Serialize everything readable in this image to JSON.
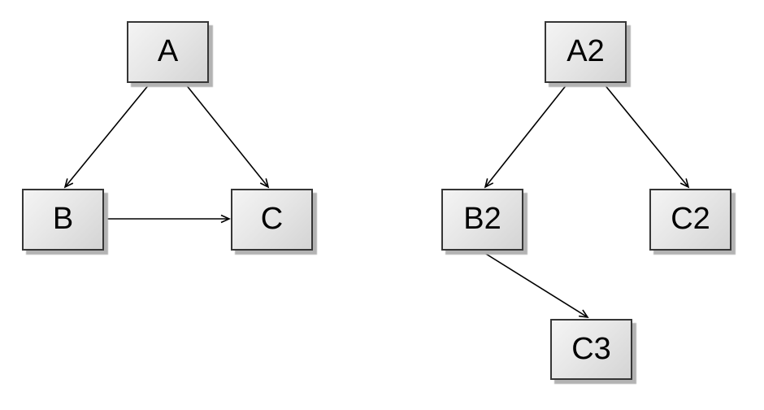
{
  "page": {
    "background": "#ffffff"
  },
  "style": {
    "node_border": "#363636",
    "node_fill_light": "#f4f4f4",
    "node_fill_mid": "#e7e7e7",
    "node_fill_dark": "#d4d4d4",
    "shadow_color": "#b3b3b3",
    "edge_color": "#000000",
    "text_color": "#000000",
    "page_bg": "#ffffff"
  },
  "diagrams": [
    {
      "name": "triangle-graph",
      "nodes": [
        {
          "id": "A",
          "label": "A"
        },
        {
          "id": "B",
          "label": "B"
        },
        {
          "id": "C",
          "label": "C"
        }
      ],
      "edges": [
        {
          "from": "A",
          "to": "B"
        },
        {
          "from": "A",
          "to": "C"
        },
        {
          "from": "B",
          "to": "C"
        }
      ]
    },
    {
      "name": "tree-graph",
      "nodes": [
        {
          "id": "A2",
          "label": "A2"
        },
        {
          "id": "B2",
          "label": "B2"
        },
        {
          "id": "C2",
          "label": "C2"
        },
        {
          "id": "C3",
          "label": "C3"
        }
      ],
      "edges": [
        {
          "from": "A2",
          "to": "B2"
        },
        {
          "from": "A2",
          "to": "C2"
        },
        {
          "from": "B2",
          "to": "C3"
        }
      ]
    }
  ]
}
